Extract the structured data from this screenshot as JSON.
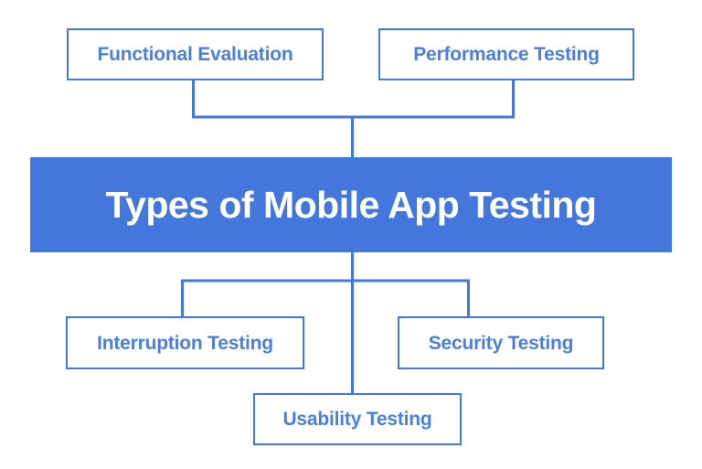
{
  "diagram": {
    "title": "Types of Mobile App Testing",
    "center_node": {
      "label": "Types of Mobile App Testing",
      "fill_color": "#4477DD",
      "text_color": "#FFFFFF"
    },
    "accent_color": "#4477DD",
    "node_text_color": "#4A7FE0",
    "background_color": "#FFFFFF",
    "upper_branches": [
      {
        "label": "Functional Evaluation"
      },
      {
        "label": "Performance Testing"
      }
    ],
    "lower_branches": [
      {
        "label": "Interruption Testing"
      },
      {
        "label": "Security Testing"
      },
      {
        "label": "Usability Testing"
      }
    ]
  },
  "chart_data": {
    "type": "diagram",
    "title": "Types of Mobile App Testing",
    "root": "Types of Mobile App Testing",
    "children_above": [
      "Functional Evaluation",
      "Performance Testing"
    ],
    "children_below": [
      "Interruption Testing",
      "Security Testing",
      "Usability Testing"
    ],
    "node_count": 6,
    "edge_count": 5
  }
}
